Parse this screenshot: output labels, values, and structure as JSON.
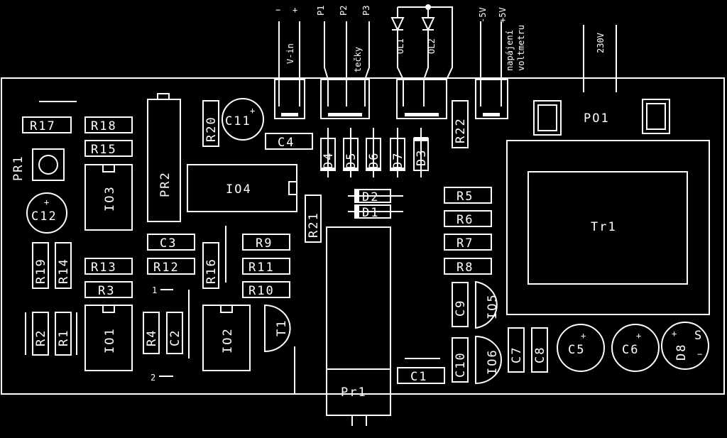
{
  "components": {
    "R17": "R17",
    "R18": "R18",
    "R15": "R15",
    "PR1": "PR1",
    "PR2": "PR2",
    "IO3": "IO3",
    "IO4": "IO4",
    "C12": "C12",
    "R20": "R20",
    "C11": "C11",
    "C4": "C4",
    "D4": "D4",
    "D5": "D5",
    "D6": "D6",
    "D7": "D7",
    "D3": "D3",
    "D2": "D2",
    "D1": "D1",
    "R22": "R22",
    "PO1": "PO1",
    "Tr1": "Tr1",
    "R5": "R5",
    "R6": "R6",
    "R7": "R7",
    "R8": "R8",
    "R21": "R21",
    "C3": "C3",
    "R9": "R9",
    "R19": "R19",
    "R14": "R14",
    "R13": "R13",
    "R12": "R12",
    "R16": "R16",
    "R11": "R11",
    "R3": "R3",
    "R10": "R10",
    "R2": "R2",
    "R1": "R1",
    "IO1": "IO1",
    "R4": "R4",
    "C2": "C2",
    "IO2": "IO2",
    "T1": "T1",
    "C9": "C9",
    "IO5": "IO5",
    "C10": "C10",
    "IO6": "IO6",
    "C7": "C7",
    "C8": "C8",
    "C5": "C5",
    "C6": "C6",
    "D8": "D8",
    "Pr1": "Pr1",
    "C1": "C1"
  },
  "connectors": {
    "minus": "−",
    "plus": "+",
    "v_in": "V-in",
    "p1": "P1",
    "p2": "P2",
    "p3": "P3",
    "tecky": "tečky",
    "ol1": "OL1",
    "ol2": "OL2",
    "minus5v": "-5V",
    "plus5v": "+5V",
    "napajeni": "napájení",
    "voltmetru": "voltmetru",
    "v230": "230V"
  },
  "marks": {
    "plus": "+",
    "d8_s": "S",
    "d8_minus": "−",
    "pin1": "1",
    "pin2": "2"
  }
}
